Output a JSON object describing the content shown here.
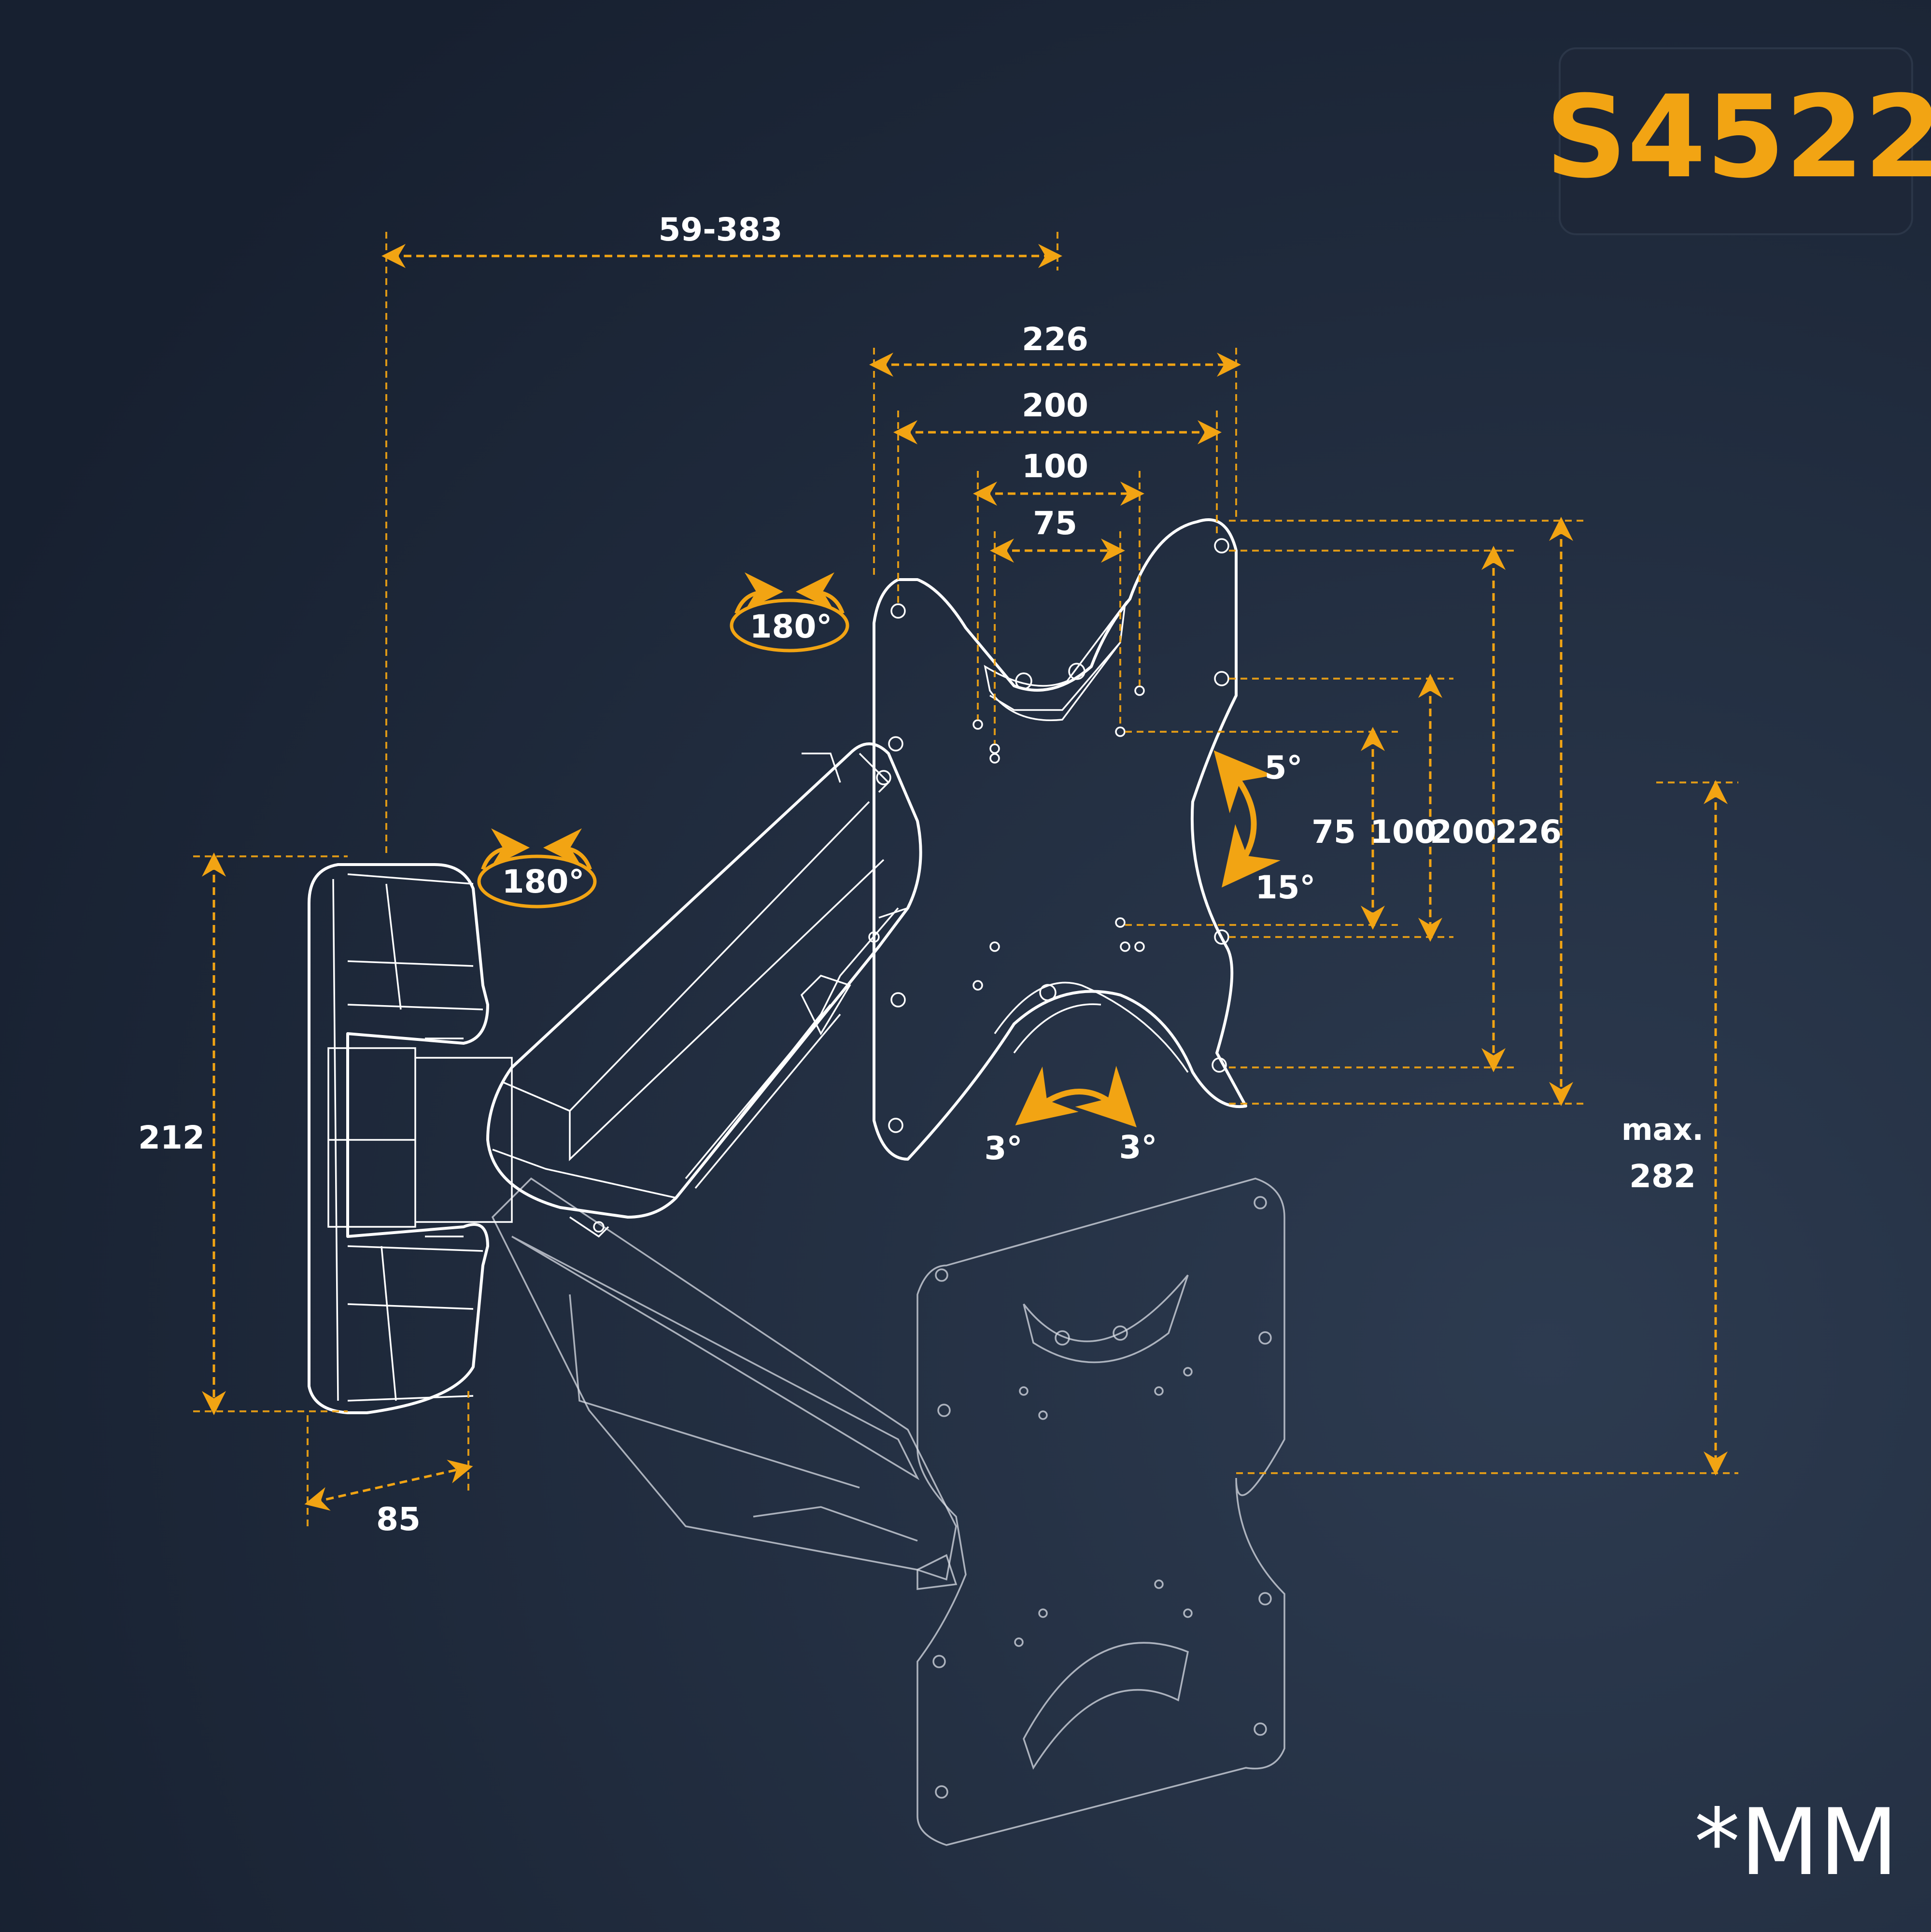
{
  "model": "S4522",
  "unit": "*MM",
  "colors": {
    "accent": "#f2a413",
    "background": "#1c2536",
    "badge": "#1e2738",
    "line": "#ffffff"
  },
  "dimensions": {
    "extension": "59-383",
    "plate_width_226": "226",
    "plate_width_200": "200",
    "plate_width_100": "100",
    "plate_width_75": "75",
    "plate_height_75": "75",
    "plate_height_100": "100",
    "plate_height_200": "200",
    "plate_height_226": "226",
    "wall_plate_height": "212",
    "wall_plate_depth": "85",
    "max_label": "max.",
    "max_value": "282"
  },
  "rotations": {
    "swivel_head": "180°",
    "swivel_wall": "180°",
    "tilt_up": "5°",
    "tilt_down": "15°",
    "rotate_left": "3°",
    "rotate_right": "3°"
  }
}
